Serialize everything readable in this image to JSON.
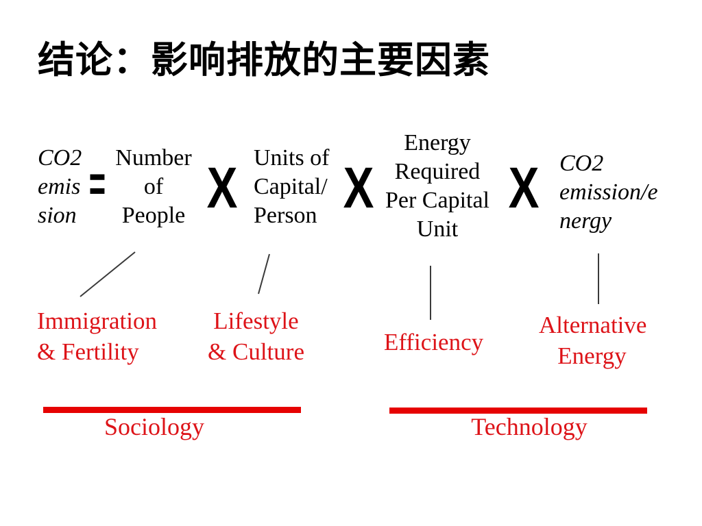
{
  "title": "结论：影响排放的主要因素",
  "formula": {
    "result": "CO2\nemis\nsion",
    "equals": "=",
    "times": "X",
    "factors": [
      "Number\nof\nPeople",
      "Units of\nCapital/\nPerson",
      "Energy\nRequired\nPer Capital\nUnit",
      "CO2\nemission/e\nnergy"
    ]
  },
  "drivers": [
    "Immigration\n& Fertility",
    "Lifestyle\n& Culture",
    "Efficiency",
    "Alternative\nEnergy"
  ],
  "categories": [
    "Sociology",
    "Technology"
  ],
  "colors": {
    "label_red": "#dd1318",
    "bar_red": "#e60202",
    "connector_gray": "#3a3a3a",
    "text_black": "#000000",
    "background": "#ffffff"
  }
}
